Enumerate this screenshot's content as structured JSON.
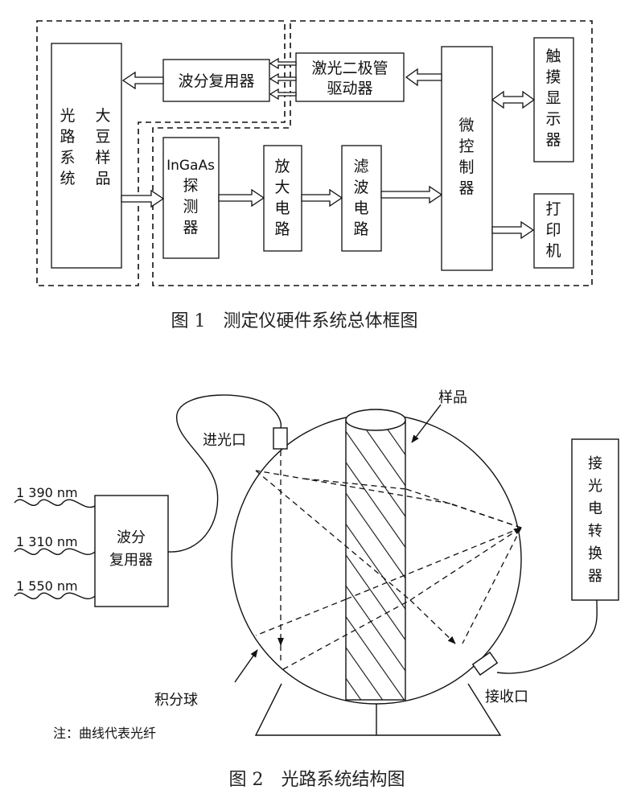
{
  "fig1": {
    "caption": "图 1　测定仪硬件系统总体框图",
    "optical_system": [
      "光",
      "路",
      "系",
      "统"
    ],
    "soybean_sample": [
      "大",
      "豆",
      "样",
      "品"
    ],
    "wdm": "波分复用器",
    "laser_driver": [
      "激光二极管",
      "驱动器"
    ],
    "ingaas": [
      "InGaAs",
      "探",
      "测",
      "器"
    ],
    "amplifier": [
      "放",
      "大",
      "电",
      "路"
    ],
    "filter": [
      "滤",
      "波",
      "电",
      "路"
    ],
    "mcu": [
      "微",
      "控",
      "制",
      "器"
    ],
    "touch_display": [
      "触",
      "摸",
      "显",
      "示",
      "器"
    ],
    "printer": [
      "打",
      "印",
      "机"
    ]
  },
  "fig2": {
    "caption": "图 2　光路系统结构图",
    "wavelengths": [
      "1 390 nm",
      "1 310 nm",
      "1 550 nm"
    ],
    "wdm": [
      "波分",
      "复用器"
    ],
    "inlet": "进光口",
    "sample": "样品",
    "receiver": [
      "接",
      "光",
      "电",
      "转",
      "换",
      "器"
    ],
    "sphere": "积分球",
    "outlet": "接收口",
    "note": "注：曲线代表光纤"
  }
}
